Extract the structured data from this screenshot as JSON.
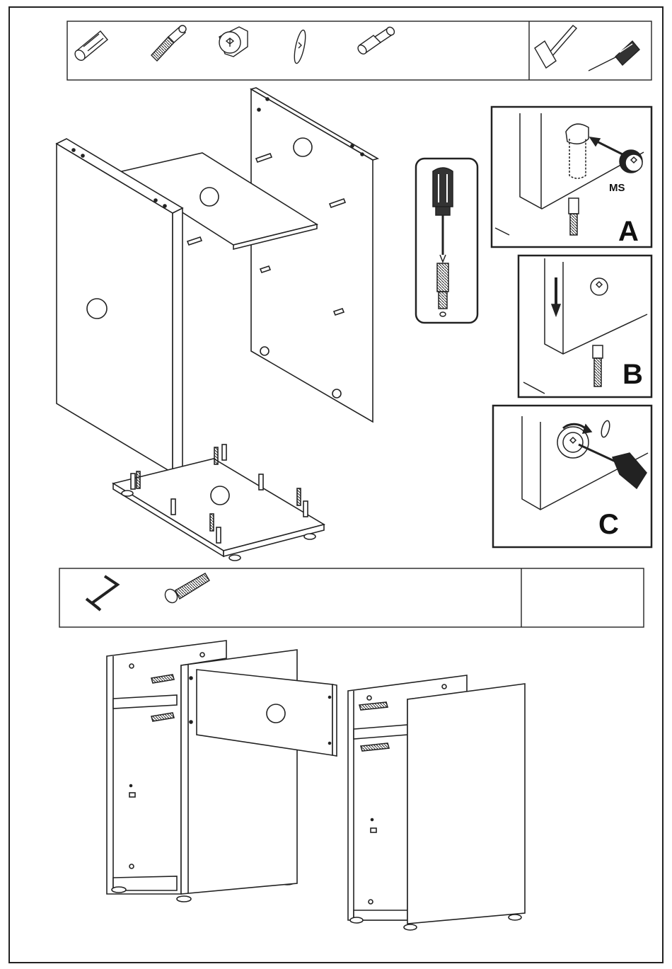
{
  "page": {
    "background": "#ffffff",
    "line_color": "#222222"
  },
  "hardware_top": {
    "parts": [
      "wooden-dowel",
      "cam-bolt",
      "cam-lock",
      "cam-cover-cap",
      "plastic-pin"
    ],
    "tools": [
      "hammer-icon",
      "phillips-screwdriver-icon"
    ]
  },
  "hardware_bottom": {
    "parts": [
      "allen-key",
      "confirmat-screw"
    ],
    "tools": []
  },
  "callouts": {
    "a": {
      "letter": "A",
      "part_label": "MS"
    },
    "b": {
      "letter": "B"
    },
    "c": {
      "letter": "C"
    }
  }
}
